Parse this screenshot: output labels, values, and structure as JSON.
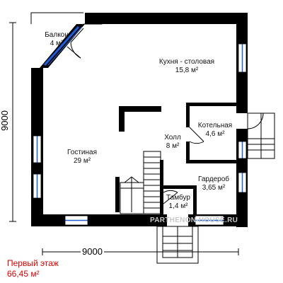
{
  "rooms": {
    "balcony": {
      "name": "Балкон",
      "area": "4 м²"
    },
    "kitchen": {
      "name": "Кухня - столовая",
      "area": "15,8 м²"
    },
    "boiler": {
      "name": "Котельная",
      "area": "4,6 м²"
    },
    "hall": {
      "name": "Холл",
      "area": "8 м²"
    },
    "living": {
      "name": "Гостиная",
      "area": "29 м²"
    },
    "wardrobe": {
      "name": "Гардероб",
      "area": "3,65 м²"
    },
    "vestibule": {
      "name": "Тамбур",
      "area": "1,4 м²"
    }
  },
  "dimensions": {
    "vertical": "9000",
    "horizontal": "9000"
  },
  "floor": {
    "title": "Первый этаж",
    "area": "66,45 м²"
  },
  "watermark": "PARTHENON-HOUSE.RU",
  "colors": {
    "wall": "#000000",
    "window": "#1e5fd8",
    "floor_label": "#e00000"
  }
}
